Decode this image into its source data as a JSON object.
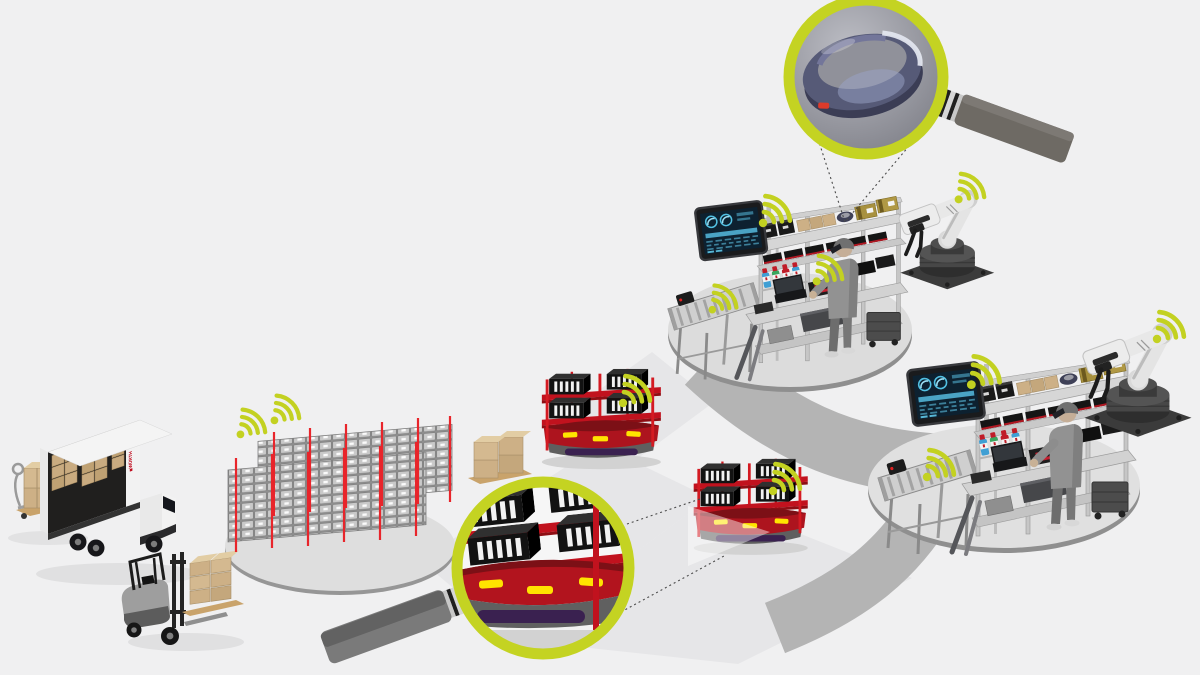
{
  "palette": {
    "background": "#f0f0f1",
    "accent_lime": "#c3d121",
    "agv_red": "#b2141e",
    "agv_dark_red": "#7c1016",
    "rack_post_red": "#e8252b",
    "signal_strip_purple": "#3a2150",
    "headlight_yellow": "#ffe400",
    "path_dark_grey": "#b4b4b4",
    "path_light_grey": "#e6e6e8",
    "platform_grey": "#dedede",
    "carton_tan": "#cdb086",
    "screen_blue": "#4aa3c4",
    "metal_grey": "#d6d6d6"
  },
  "truck": {
    "logo_text": "WÜRTH",
    "logo_color": "#c00d1e",
    "cargo": "carton-boxes"
  },
  "wifi": {
    "icon": "wifi-signal-icon",
    "color": "#c3d121",
    "count": 11
  },
  "magnifiers": {
    "top": {
      "rim_color": "#c4d322",
      "subject": "smart-wristband"
    },
    "bottom": {
      "rim_color": "#c4d322",
      "subject": "agv-transport-shuttle"
    }
  },
  "workstation": {
    "monitor": "blue-dashboard-screen",
    "spray_can_colors": [
      "#3f9fd4",
      "#3aa55e",
      "#c01c28",
      "#3f9fd4"
    ],
    "shelf_items": [
      "black-bins",
      "carton-boxes",
      "smart-wristband",
      "gold-boxes"
    ]
  },
  "objects": [
    "hand-pallet-truck-with-cartons",
    "wuerth-delivery-truck",
    "forklift-with-carton-pallet",
    "small-parts-storage-racks",
    "carton-pallet",
    "agv-shuttle-middle",
    "agv-shuttle-right",
    "assembly-workstation-top",
    "assembly-workstation-bottom",
    "robot-arm-top",
    "robot-arm-right"
  ]
}
